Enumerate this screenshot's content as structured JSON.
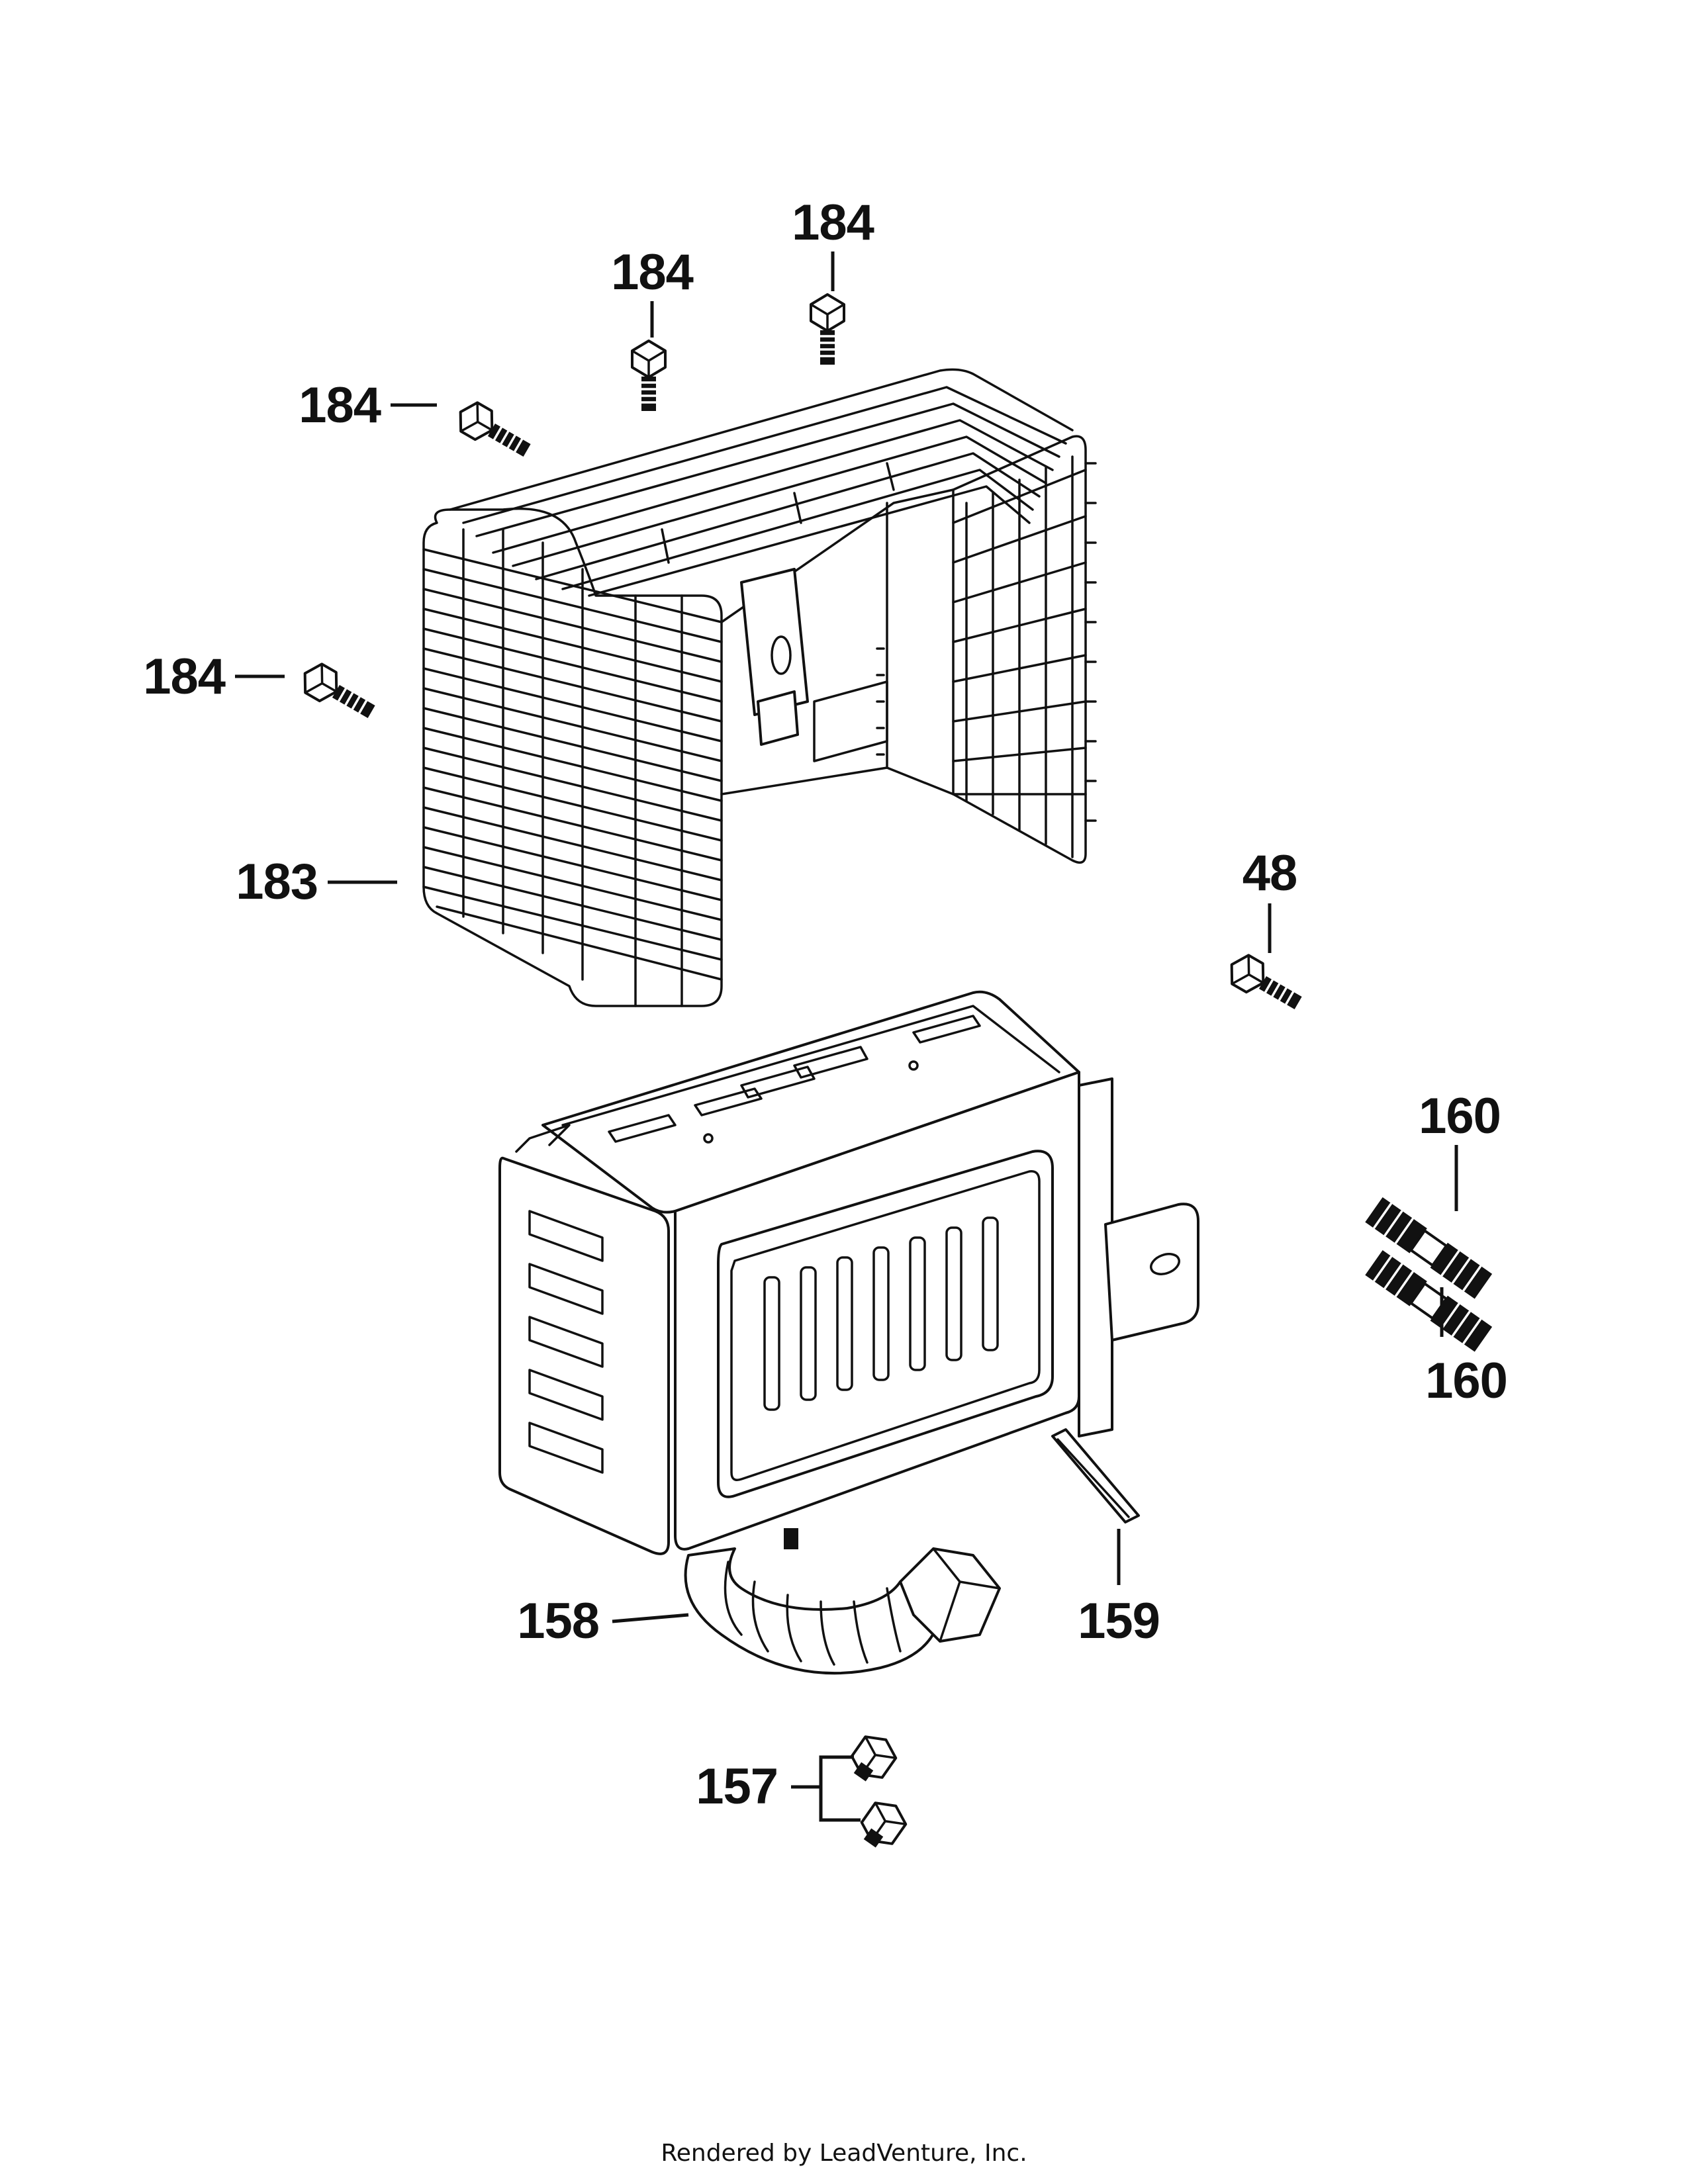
{
  "callouts": {
    "c184_top": "184",
    "c184_mid": "184",
    "c184_left": "184",
    "c184_side": "184",
    "c183": "183",
    "c48": "48",
    "c160_top": "160",
    "c160_bottom": "160",
    "c158": "158",
    "c159": "159",
    "c157": "157"
  },
  "footer": {
    "text": "Rendered by LeadVenture, Inc."
  },
  "colors": {
    "line": "#111111",
    "background": "#ffffff"
  }
}
